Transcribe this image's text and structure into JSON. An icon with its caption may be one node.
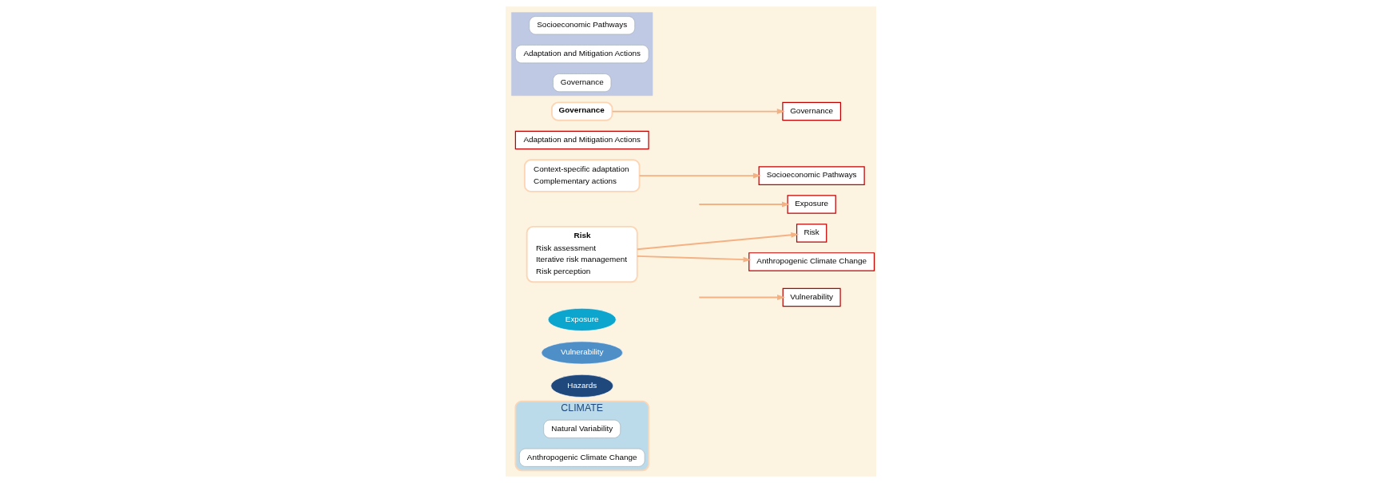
{
  "diagram": {
    "nodes": [
      {
        "text": [
          "CLIMATE"
        ]
      },
      {
        "text": [
          "Natural Variability"
        ],
        "in": 0
      },
      {
        "text": [
          "Anthropogenic Climate Change"
        ],
        "in": 0
      },
      {
        "text": [
          "Hazards"
        ]
      },
      {
        "text": [
          "Vulnerability"
        ]
      },
      {
        "text": [
          "Exposure"
        ]
      },
      {
        "text": [
          "Vulnerability"
        ]
      },
      {
        "text": [
          "Risk"
        ]
      },
      {
        "text": [
          "Exposure"
        ]
      },
      {
        "text": [
          "Anthropogenic Climate Change"
        ]
      },
      {
        "text": [
          "Socioeconomic Pathways"
        ]
      },
      {
        "text": [
          "Adaptation and Mitigation Actions"
        ]
      },
      {
        "text": [
          "Governance"
        ]
      },
      {
        "text": [],
        "shape": "box"
      },
      {
        "text": [
          "Socioeconomic Pathways"
        ],
        "in": 13
      },
      {
        "text": [
          "Adaptation and Mitigation Actions"
        ],
        "in": 13
      },
      {
        "text": [
          "Governance"
        ],
        "in": 13
      },
      {
        "text": [
          "Risk",
          "Risk assessment",
          "Iterative risk management",
          "Risk perception"
        ]
      },
      {
        "text": [
          "Context-specific adaptation",
          "Complementary actions"
        ]
      },
      {
        "text": [
          "Governance"
        ]
      }
    ],
    "edges": [
      {
        "from": null,
        "to": 6,
        "arrow": "to"
      },
      {
        "from": null,
        "to": 8,
        "arrow": "to"
      },
      {
        "from": 17,
        "to": 7,
        "arrow": "to"
      },
      {
        "from": 17,
        "to": 9,
        "arrow": "to"
      },
      {
        "from": 18,
        "to": 10,
        "arrow": "to"
      },
      {
        "from": 19,
        "to": 12,
        "arrow": "to"
      }
    ]
  }
}
